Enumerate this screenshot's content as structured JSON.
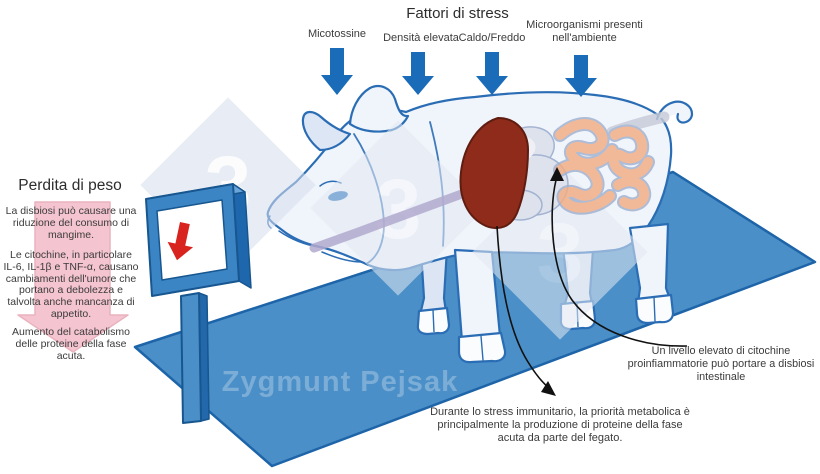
{
  "header": {
    "title": "Fattori di stress"
  },
  "stress_factors": [
    {
      "label": "Micotossine"
    },
    {
      "label": "Densità elevata"
    },
    {
      "label": "Caldo/Freddo"
    },
    {
      "label": "Microorganismi presenti nell'ambiente"
    }
  ],
  "weight_loss": {
    "heading": "Perdita di peso",
    "paragraphs": [
      "La disbiosi può causare una riduzione del consumo di mangime.",
      "Le citochine, in particolare IL-6, IL-1β e TNF-α, causano cambiamenti dell'umore che portano a debolezza e talvolta anche mancanza di appetito.",
      "Aumento del catabolismo delle proteine della fase acuta."
    ]
  },
  "annotations": {
    "intestinal_dysbiosis": "Un livello elevato di citochine proinfiammatorie può portare a disbiosi intestinale",
    "liver_priority": "Durante lo stress immunitario, la priorità metabolica è principalmente la produzione di proteine della fase acuta da parte del fegato."
  },
  "watermark": {
    "author": "Zygmunt Pejsak",
    "logo_digit": "3"
  },
  "colors": {
    "accent_blue": "#1a6cb8",
    "platform_blue": "#4a8fc7",
    "liver_red": "#8e2b1b",
    "alert_red": "#d8231f",
    "pink_arrow": "#f3bcc8"
  }
}
